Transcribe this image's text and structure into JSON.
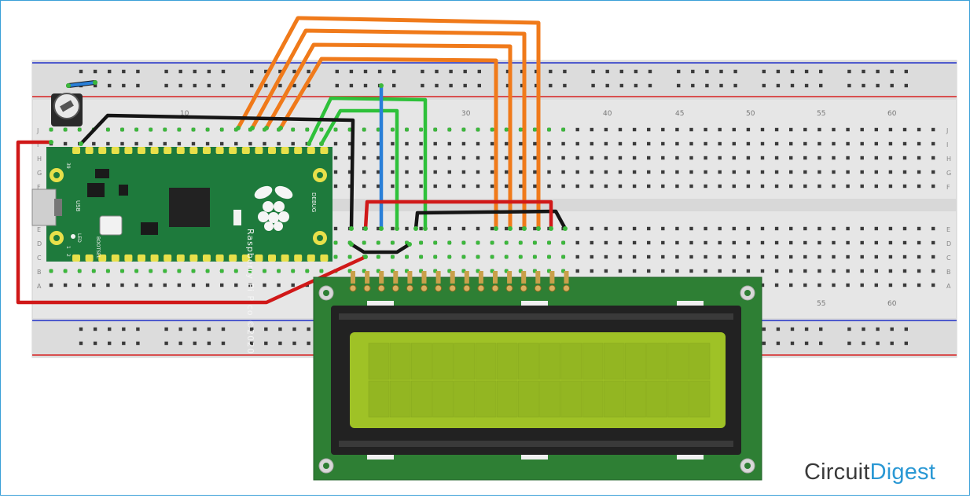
{
  "breadboard": {
    "column_labels": [
      "10",
      "30",
      "40",
      "45",
      "50",
      "55",
      "60"
    ],
    "lower_column_labels": [
      "55",
      "60"
    ],
    "row_labels_top": [
      "J",
      "I",
      "H",
      "G",
      "F"
    ],
    "row_labels_bottom": [
      "E",
      "D",
      "C",
      "B",
      "A"
    ],
    "pin_numbers": [
      "39",
      "1",
      "2"
    ],
    "colors": {
      "body": "#e6e6e6",
      "rail_red": "#d62020",
      "rail_blue": "#2030c8",
      "hole": "#3a3a3a",
      "hole_green": "#3cb83c"
    }
  },
  "pico": {
    "name_text": "Raspberry Pi Pico ©2020",
    "usb_label": "USB",
    "led_label": "LED",
    "bootsel_label": "BOOTSEL",
    "debug_label": "DEBUG",
    "board_color": "#1e7a3c"
  },
  "lcd": {
    "pcb_color": "#2e7f34",
    "screen_color": "#9fc226",
    "bezel_color": "#222222",
    "columns": 16,
    "rows": 2,
    "pins": 16
  },
  "wires": {
    "colors": {
      "orange": "#f07a1a",
      "green": "#2ec13a",
      "black": "#151515",
      "red": "#d01818",
      "blue": "#2a7fd8"
    }
  },
  "logo": {
    "part1": "Circuit",
    "part2": "Digest"
  }
}
